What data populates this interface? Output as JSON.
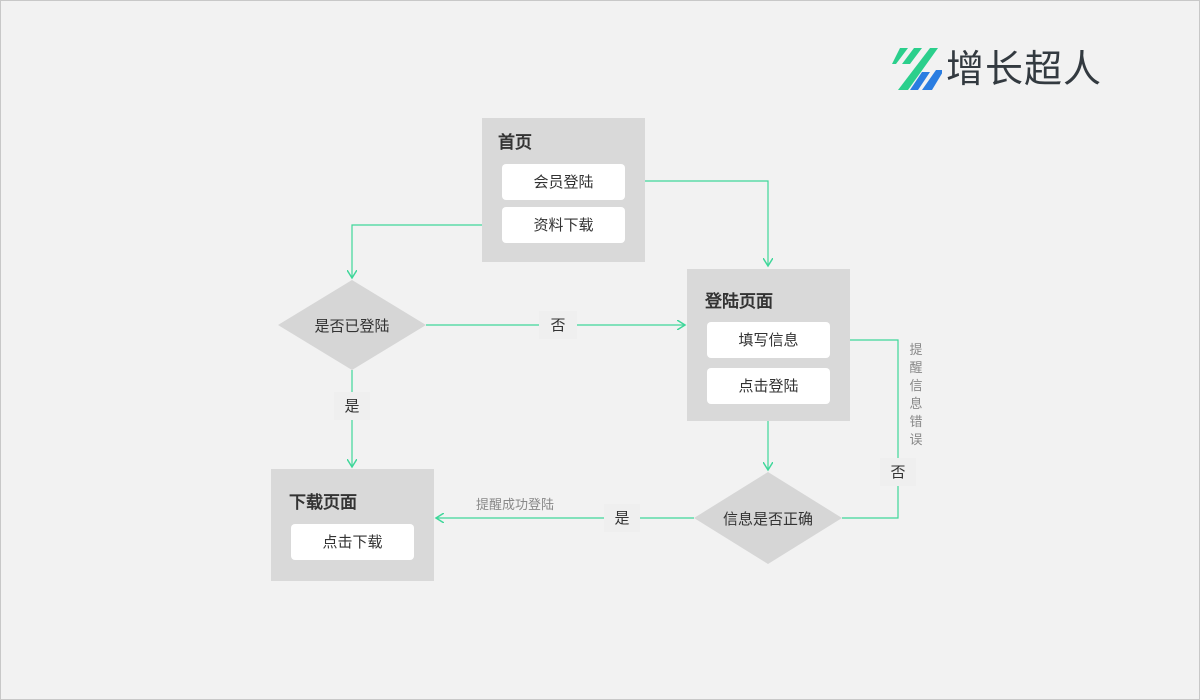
{
  "brand": {
    "name": "增长超人",
    "colors": {
      "green": "#2bcf8c",
      "blue": "#2a7de1",
      "line": "#3fd79a",
      "panel": "#d9d9d9",
      "diamond": "#d6d6d6"
    }
  },
  "home": {
    "title": "首页",
    "member_login": "会员登陆",
    "download": "资料下载"
  },
  "decision_logged_in": {
    "question": "是否已登陆",
    "no": "否",
    "yes": "是"
  },
  "login_page": {
    "title": "登陆页面",
    "fill_info": "填写信息",
    "click_login": "点击登陆"
  },
  "decision_info_ok": {
    "question": "信息是否正确",
    "no": "否",
    "yes": "是",
    "error_note": "提醒信息错误",
    "success_note": "提醒成功登陆"
  },
  "download_page": {
    "title": "下载页面",
    "click_download": "点击下载"
  }
}
